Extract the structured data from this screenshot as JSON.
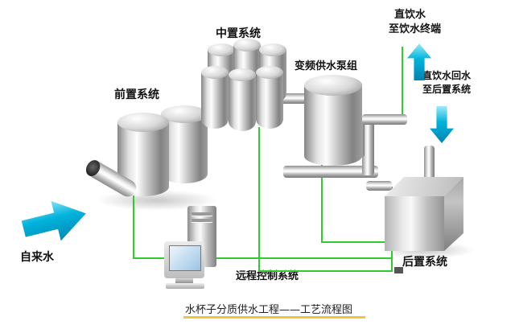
{
  "diagram": {
    "caption": "水杯子分质供水工程——工艺流程图",
    "labels": {
      "front_system": "前置系统",
      "middle_system": "中置系统",
      "pump_group": "变频供水泵组",
      "direct_line1": "直饮水",
      "direct_line2": "至饮水终端",
      "return_line1": "直饮水回水",
      "return_line2": "至后置系统",
      "post_system": "后置系统",
      "remote_control": "远程控制系统",
      "tap_water": "自来水"
    },
    "colors": {
      "arrow_cyan": "#00b4dc",
      "pipe_green": "#2ecc2e",
      "underline_yellow": "#eec63e",
      "tank_silver": "#c6c6c6"
    }
  }
}
